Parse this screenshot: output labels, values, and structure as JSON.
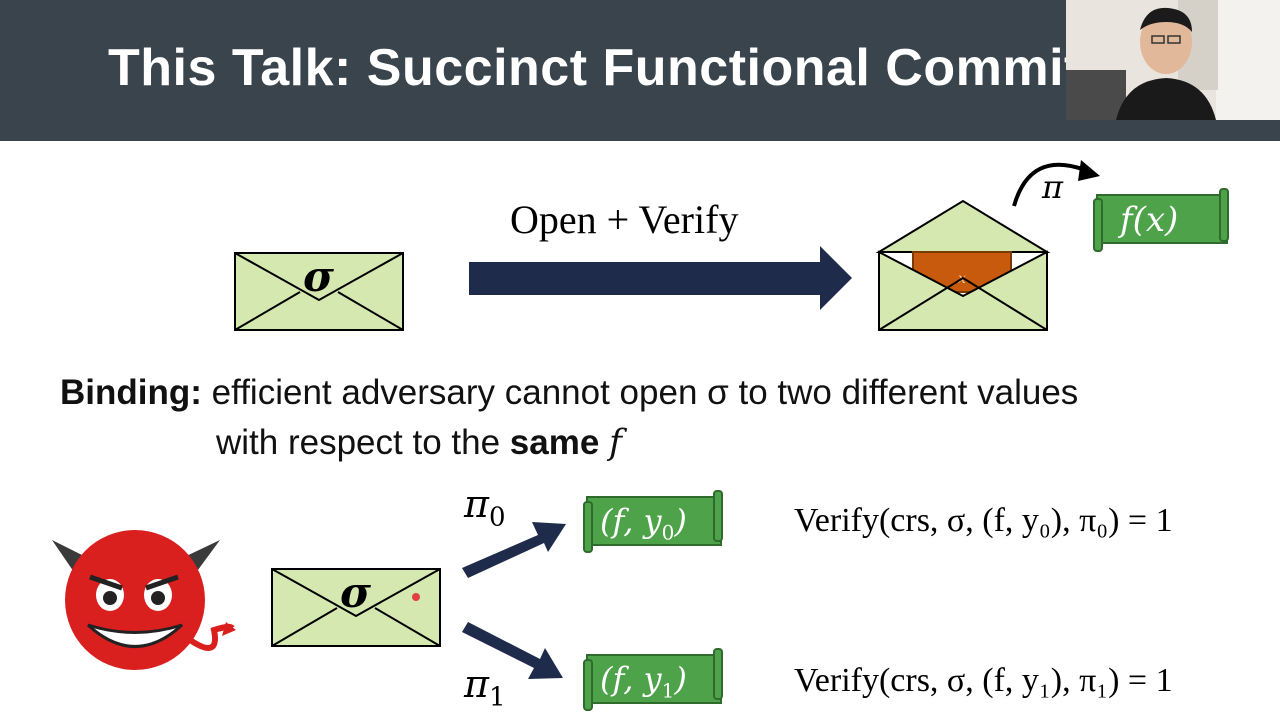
{
  "slide": {
    "title": "This Talk: Succinct Functional Commitm"
  },
  "top_diagram": {
    "commitment_symbol": "σ",
    "arrow_label": "Open + Verify",
    "proof_symbol": "π",
    "output_label": "f(x)",
    "inner_letter": "x"
  },
  "binding": {
    "label": "Binding:",
    "line1": "efficient adversary cannot open σ to two different values",
    "line2_prefix": "with respect to the",
    "line2_bold": "same",
    "line2_suffix": "f"
  },
  "bottom_diagram": {
    "commitment_symbol": "σ",
    "proof0": "π",
    "proof0_sub": "0",
    "proof1": "π",
    "proof1_sub": "1",
    "scroll0": "(f, y",
    "scroll0_sub": "0",
    "scroll1": "(f, y",
    "scroll1_sub": "1",
    "verify0": "Verify(crs, σ, (f, y₀), π₀) = 1",
    "verify1": "Verify(crs, σ, (f, y₁), π₁) = 1"
  },
  "colors": {
    "title_bar": "#39444d",
    "envelope": "#d5e8b0",
    "scroll": "#4ea24a",
    "arrow": "#1e2b4a",
    "devil": "#d9201f",
    "letter": "#c75a0c"
  }
}
